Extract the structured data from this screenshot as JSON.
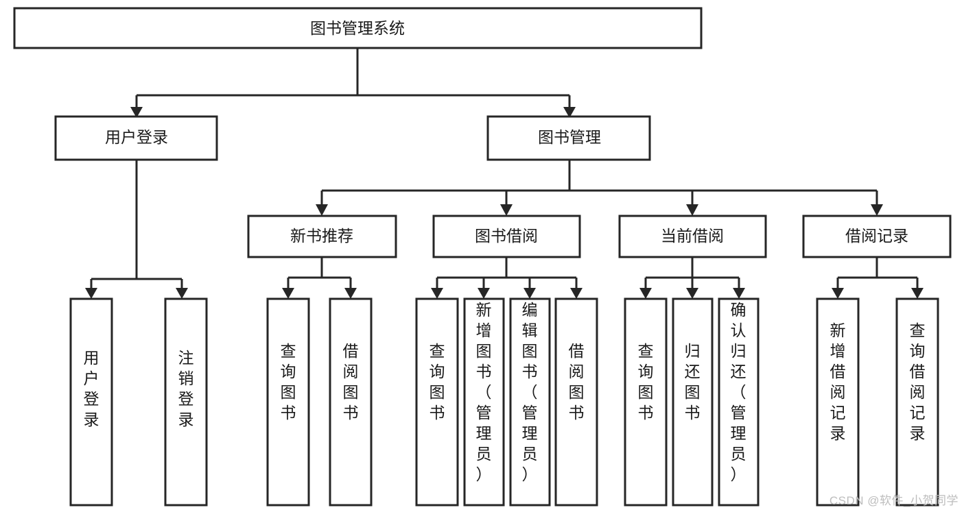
{
  "diagram": {
    "title": "图书管理系统",
    "type": "tree-hierarchy-chart",
    "orientation": "top-down",
    "colors": {
      "stroke": "#262626",
      "fill": "#ffffff",
      "text": "#1a1a1a",
      "watermark": "#bdbdbd"
    },
    "root": {
      "label": "图书管理系统"
    },
    "level1": [
      {
        "label": "用户登录"
      },
      {
        "label": "图书管理"
      }
    ],
    "level2": [
      {
        "label": "新书推荐"
      },
      {
        "label": "图书借阅"
      },
      {
        "label": "当前借阅"
      },
      {
        "label": "借阅记录"
      }
    ],
    "leaves": {
      "user_login": [
        {
          "label": "用户登录"
        },
        {
          "label": "注销登录"
        }
      ],
      "new_book_recommend": [
        {
          "label": "查询图书"
        },
        {
          "label": "借阅图书"
        }
      ],
      "book_borrow": [
        {
          "label": "查询图书"
        },
        {
          "label": "新增图书（管理员）"
        },
        {
          "label": "编辑图书（管理员）"
        },
        {
          "label": "借阅图书"
        }
      ],
      "current_borrow": [
        {
          "label": "查询图书"
        },
        {
          "label": "归还图书"
        },
        {
          "label": "确认归还（管理员）"
        }
      ],
      "borrow_record": [
        {
          "label": "新增借阅记录"
        },
        {
          "label": "查询借阅记录"
        }
      ]
    }
  },
  "watermark": {
    "text": "CSDN @软件_小贺同学"
  }
}
